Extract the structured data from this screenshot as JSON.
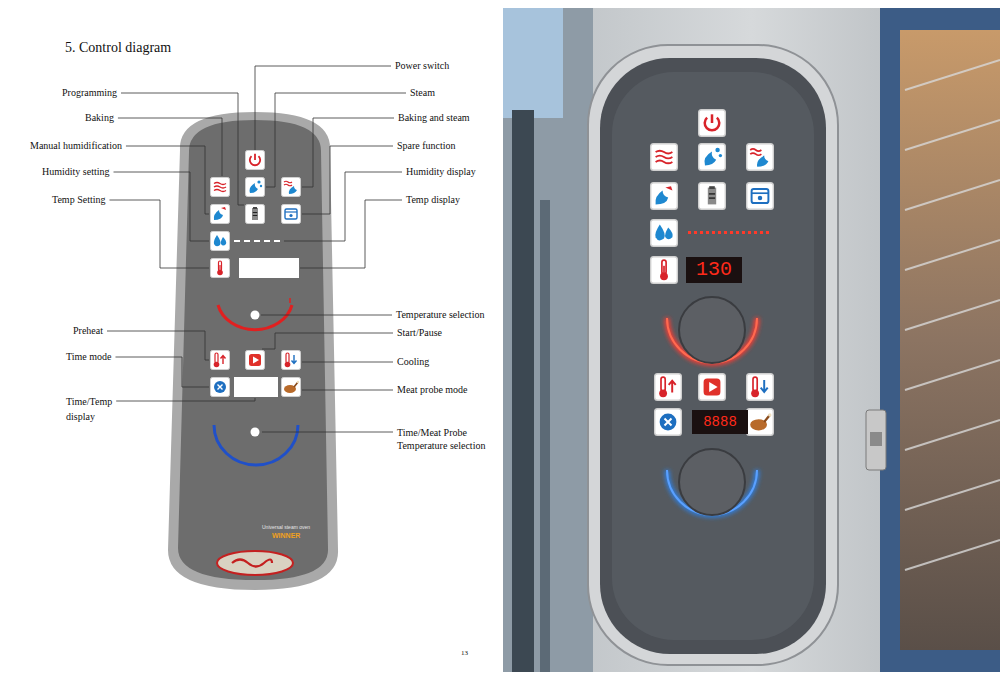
{
  "diagram": {
    "title": "5. Control diagram",
    "labels": [
      "Power switch",
      "Programming",
      "Steam",
      "Baking",
      "Baking and steam",
      "Manual humidification",
      "Spare function",
      "Humidity setting",
      "Humidity display",
      "Temp Setting",
      "Temp display",
      "Temperature selection",
      "Preheat",
      "Start/Pause",
      "Time mode",
      "Cooling",
      "Meat probe mode",
      "Time/Temp display",
      "Time/Meat Probe Temperature selection",
      "Universal steam oven",
      "WINNER",
      "13",
      "130",
      "8888"
    ]
  }
}
